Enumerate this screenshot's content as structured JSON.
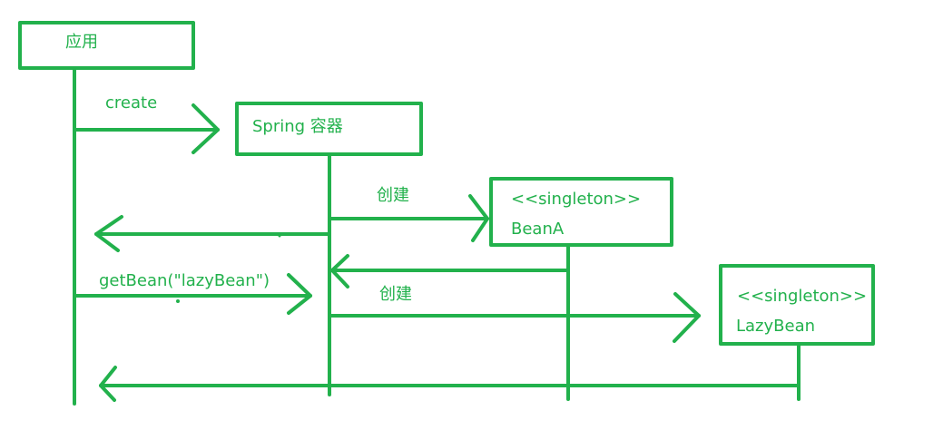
{
  "diagram": {
    "color": "#22b14c",
    "participants": {
      "app": {
        "label": "应用"
      },
      "spring": {
        "label": "Spring 容器"
      },
      "beanA": {
        "stereotype": "<<singleton>>",
        "label": "BeanA"
      },
      "lazyBean": {
        "stereotype": "<<singleton>>",
        "label": "LazyBean"
      }
    },
    "messages": {
      "create": {
        "label": "create"
      },
      "create_beanA": {
        "label": "创建"
      },
      "get_bean": {
        "label": "getBean(\"lazyBean\")"
      },
      "create_lazyBean": {
        "label": "创建"
      }
    }
  }
}
